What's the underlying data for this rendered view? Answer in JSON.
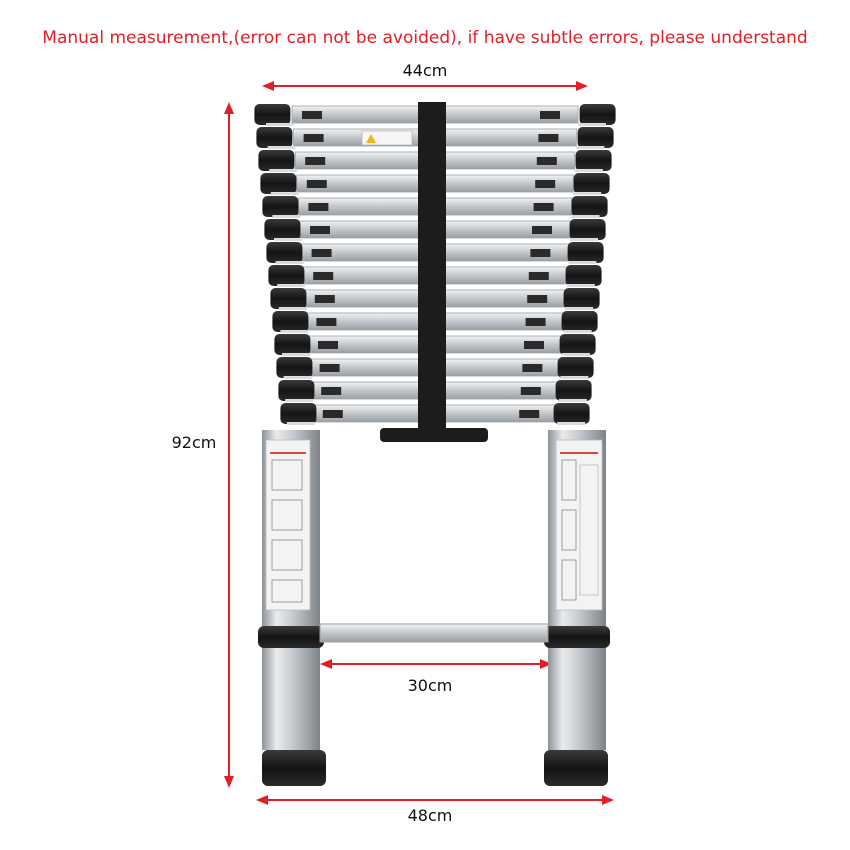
{
  "caption": "Manual measurement,(error can not be avoided), if have subtle errors, please understand",
  "dimensions": {
    "top_width": "44cm",
    "height": "92cm",
    "inner_width": "30cm",
    "bottom_width": "48cm"
  },
  "colors": {
    "caption": "#e41e26",
    "arrow": "#e41e26",
    "aluminum": "#c9cdd1",
    "cap": "#1a1a1a",
    "strap": "#1c1c1c"
  }
}
